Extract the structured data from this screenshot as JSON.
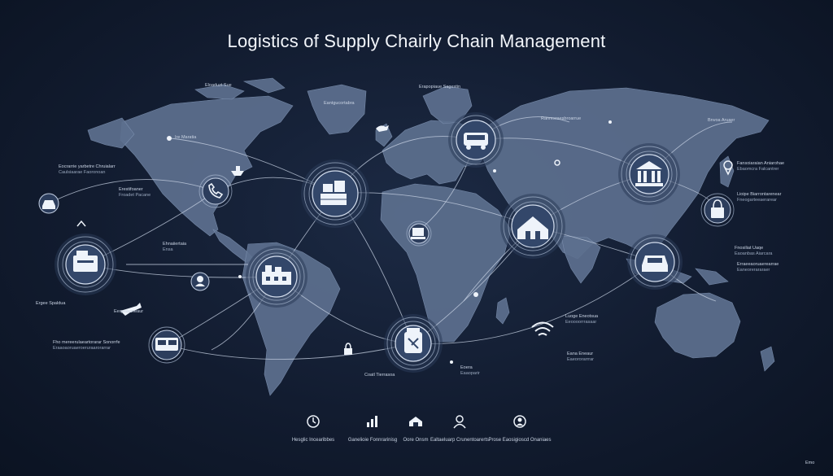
{
  "title": "Logistics of Supply Chairly Chain Management",
  "labels": {
    "na_north": {
      "l1": "Eloaduzt Sue",
      "l2": ""
    },
    "na_west": {
      "l1": "Ire Maratia",
      "l2": ""
    },
    "na_left1": {
      "l1": "Eocrarrie yarbetre Chruialarr",
      "l2": "Caulsiaarae Faoronoan"
    },
    "na_left2": {
      "l1": "Erestifoaner",
      "l2": "Froadet Pacane"
    },
    "greenland": {
      "l1": "Eantgucortabra",
      "l2": ""
    },
    "europe_n": {
      "l1": "Erapopiaue Sagestin",
      "l2": ""
    },
    "central_am": {
      "l1": "Ehnaiiertaia",
      "l2": "Ensa"
    },
    "sa_left": {
      "l1": "Ergee Spaldua",
      "l2": ""
    },
    "pacific": {
      "l1": "Fho mereerulaeartorarar Sonorrfe",
      "l2": "Eraaoaoruaeroeruraarorarrar"
    },
    "russia": {
      "l1": "Ranresraesbroarrue",
      "l2": ""
    },
    "far_east": {
      "l1": "Bnvoa Aruaer",
      "l2": ""
    },
    "japan": {
      "l1": "Fansoiaraian Aniarohae",
      "l2": "Ebaomcra Falcantrer"
    },
    "asia_r1": {
      "l1": "Lioipe Biarrontarenear",
      "l2": "Fneogarteeaerarear"
    },
    "asia_r2": {
      "l1": "Fnosiliat Uaqe",
      "l2": "Eaoanbas Aiarcara"
    },
    "se_asia": {
      "l1": "Erraeeaoruaerearrae",
      "l2": "Eaneorerararaer"
    },
    "indian_oc": {
      "l1": "Luoge Eneotsua",
      "l2": "Eeoooorrrasaar"
    },
    "aus_label": {
      "l1": "Eana Eneaur",
      "l2": "Eaeororarrrar"
    },
    "sa_bottom": {
      "l1": "Coatl Tierrasoa",
      "l2": ""
    },
    "sa_bottom2": {
      "l1": "Eoera",
      "l2": "Eaaoparir"
    },
    "na_bottom": {
      "l1": "Eeqeaaaneaur",
      "l2": ""
    },
    "corner": {
      "l1": "Emo",
      "l2": ""
    }
  },
  "legend": [
    {
      "icon": "clock-icon",
      "text": "Hesglic Incearibbes"
    },
    {
      "icon": "bar-chart-icon",
      "text": "Ganelioie Fonnrarinisg"
    },
    {
      "icon": "warehouse-icon",
      "text": "Oore Onsm"
    },
    {
      "icon": "user-icon",
      "text": "Ealtaeluarp Crunentoarerts"
    },
    {
      "icon": "person-icon",
      "text": "Prose Eaosigioscd Onaniaes"
    }
  ],
  "colors": {
    "background": "#121c30",
    "land": "#5d708f",
    "route": "#c9d4e6",
    "hub": "#33476a"
  }
}
